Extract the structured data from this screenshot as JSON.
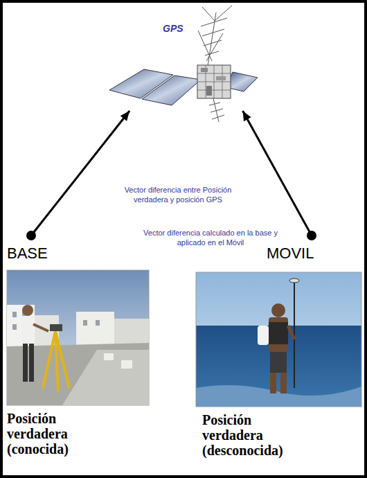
{
  "diagram": {
    "nodes": [
      {
        "text": [
          "GPS"
        ]
      },
      {
        "text": [
          "BASE",
          "Posición verdadera (conocida)"
        ]
      },
      {
        "text": [
          "MOVIL",
          "Posición verdadera (desconocida)"
        ]
      }
    ],
    "edges": [
      {
        "from": 1,
        "to": 0,
        "arrow": "to"
      },
      {
        "from": 2,
        "to": 0,
        "arrow": "to"
      }
    ],
    "labels": [
      "Vector diferencia entre Posición verdadera y posición GPS",
      "Vector diferencia calculado en la base y aplicado en el Móvil"
    ]
  }
}
